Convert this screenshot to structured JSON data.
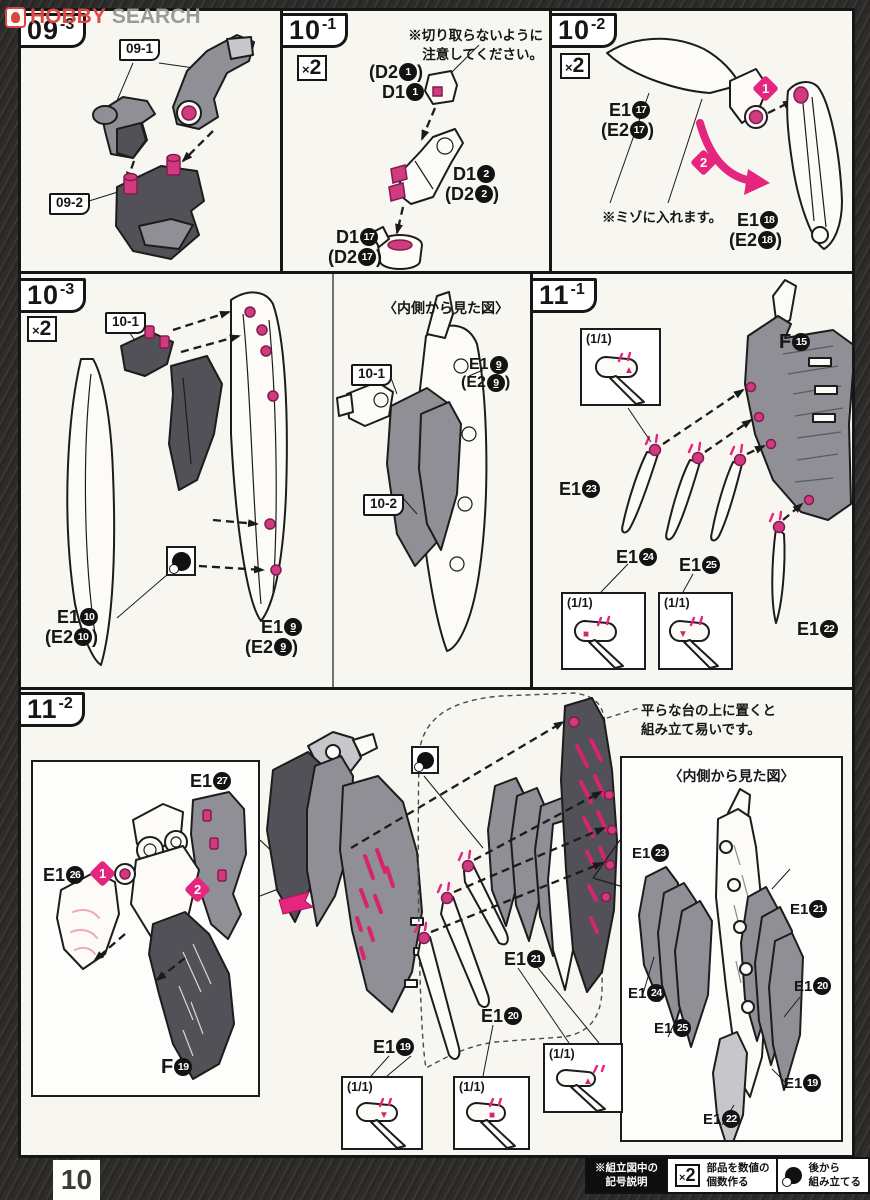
{
  "watermark": {
    "hobby": "HOBBY",
    "search": "SEARCH"
  },
  "colors": {
    "magenta": "#e5267e",
    "peg_pink": "#d13a7f",
    "dark_part": "#515157",
    "mid_part": "#8f8f95",
    "panel_bg": "#f7f6f1"
  },
  "steps": {
    "s093": {
      "num": "09",
      "suf": "-3"
    },
    "s101": {
      "num": "10",
      "suf": "-1"
    },
    "s102": {
      "num": "10",
      "suf": "-2"
    },
    "s103": {
      "num": "10",
      "suf": "-3"
    },
    "s111": {
      "num": "11",
      "suf": "-1"
    },
    "s112": {
      "num": "11",
      "suf": "-2"
    }
  },
  "sec093": {
    "ref1": "09-1",
    "ref2": "09-2"
  },
  "sec101": {
    "multiplier": {
      "x": "×",
      "n": "2"
    },
    "note_line1": "※切り取らないように",
    "note_line2": "注意してください。",
    "labels": [
      {
        "pre": "(D2",
        "num": "1",
        "suf": ")"
      },
      {
        "pre": "D1",
        "num": "1",
        "suf": ""
      },
      {
        "pre": "D1",
        "num": "2",
        "suf": ""
      },
      {
        "pre": "(D2",
        "num": "2",
        "suf": ")"
      },
      {
        "pre": "D1",
        "num": "17",
        "suf": ""
      },
      {
        "pre": "(D2",
        "num": "17",
        "suf": ")"
      }
    ]
  },
  "sec102": {
    "multiplier": {
      "x": "×",
      "n": "2"
    },
    "badge1": "1",
    "badge2": "2",
    "note": "※ミゾに入れます。",
    "labels": [
      {
        "pre": "E1",
        "num": "17",
        "suf": ""
      },
      {
        "pre": "(E2",
        "num": "17",
        "suf": ")"
      },
      {
        "pre": "E1",
        "num": "18",
        "suf": ""
      },
      {
        "pre": "(E2",
        "num": "18",
        "suf": ")"
      }
    ]
  },
  "sec103": {
    "multiplier": {
      "x": "×",
      "n": "2"
    },
    "ref": "10-1",
    "labels": [
      {
        "pre": "E1",
        "num": "10",
        "suf": ""
      },
      {
        "pre": "(E2",
        "num": "10",
        "suf": ")"
      },
      {
        "pre": "E1",
        "num": "9",
        "suf": ""
      },
      {
        "pre": "(E2",
        "num": "9",
        "suf": ")"
      }
    ],
    "inner": {
      "title": "〈内側から見た図〉",
      "ref1": "10-1",
      "ref2": "10-2",
      "labels": [
        {
          "pre": "E1",
          "num": "9",
          "suf": ""
        },
        {
          "pre": "(E2",
          "num": "9",
          "suf": ")"
        }
      ]
    }
  },
  "sec111": {
    "frame": {
      "pre": "F",
      "num": "15",
      "suf": ""
    },
    "labels": [
      {
        "pre": "E1",
        "num": "23",
        "suf": ""
      },
      {
        "pre": "E1",
        "num": "24",
        "suf": ""
      },
      {
        "pre": "E1",
        "num": "25",
        "suf": ""
      },
      {
        "pre": "E1",
        "num": "22",
        "suf": ""
      }
    ],
    "insets": [
      {
        "ratio": "(1/1)",
        "mark": "▲"
      },
      {
        "ratio": "(1/1)",
        "mark": "■"
      },
      {
        "ratio": "(1/1)",
        "mark": "▼"
      }
    ]
  },
  "sec112": {
    "badge1": "1",
    "badge2": "2",
    "note_line1": "平らな台の上に置くと",
    "note_line2": "組み立て易いです。",
    "box_labels": [
      {
        "pre": "E1",
        "num": "27",
        "suf": ""
      },
      {
        "pre": "E1",
        "num": "26",
        "suf": ""
      },
      {
        "pre": "F",
        "num": "19",
        "suf": ""
      }
    ],
    "blade_labels": [
      {
        "pre": "E1",
        "num": "19",
        "suf": ""
      },
      {
        "pre": "E1",
        "num": "20",
        "suf": ""
      },
      {
        "pre": "E1",
        "num": "21",
        "suf": ""
      }
    ],
    "insets": [
      {
        "ratio": "(1/1)",
        "mark": "▼"
      },
      {
        "ratio": "(1/1)",
        "mark": "■"
      },
      {
        "ratio": "(1/1)",
        "mark": "▲"
      }
    ],
    "inner": {
      "title": "〈内側から見た図〉",
      "labels": [
        {
          "pre": "E1",
          "num": "23",
          "suf": ""
        },
        {
          "pre": "E1",
          "num": "21",
          "suf": ""
        },
        {
          "pre": "E1",
          "num": "24",
          "suf": ""
        },
        {
          "pre": "E1",
          "num": "20",
          "suf": ""
        },
        {
          "pre": "E1",
          "num": "25",
          "suf": ""
        },
        {
          "pre": "E1",
          "num": "19",
          "suf": ""
        },
        {
          "pre": "E1",
          "num": "22",
          "suf": ""
        }
      ]
    }
  },
  "footer": {
    "page": "10",
    "legend_title_line1": "※組立図中の",
    "legend_title_line2": "記号説明",
    "x2": {
      "x": "×",
      "n": "2"
    },
    "x2_desc_line1": "部品を数値の",
    "x2_desc_line2": "個数作る",
    "later_desc_line1": "後から",
    "later_desc_line2": "組み立てる"
  }
}
